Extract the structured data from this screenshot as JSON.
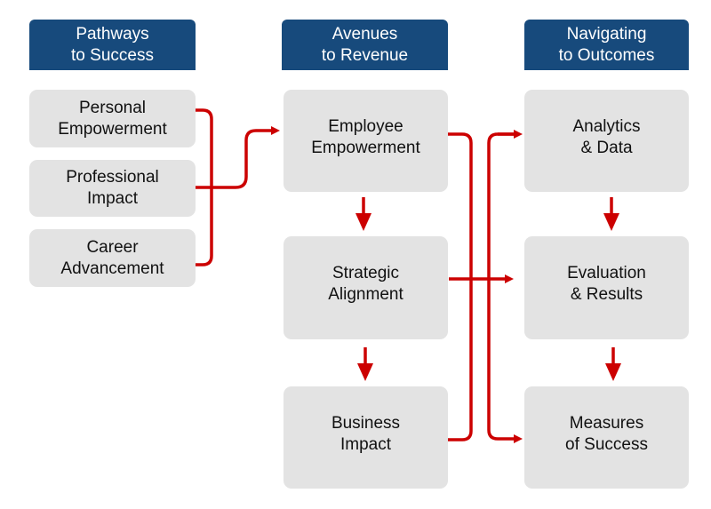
{
  "columns": [
    {
      "header": [
        "Pathways",
        "to Success"
      ],
      "items": [
        [
          "Personal",
          "Empowerment"
        ],
        [
          "Professional",
          "Impact"
        ],
        [
          "Career",
          "Advancement"
        ]
      ]
    },
    {
      "header": [
        "Avenues",
        "to Revenue"
      ],
      "items": [
        [
          "Employee",
          "Empowerment"
        ],
        [
          "Strategic",
          "Alignment"
        ],
        [
          "Business",
          "Impact"
        ]
      ]
    },
    {
      "header": [
        "Navigating",
        "to Outcomes"
      ],
      "items": [
        [
          "Analytics",
          "& Data"
        ],
        [
          "Evaluation",
          "& Results"
        ],
        [
          "Measures",
          "of Success"
        ]
      ]
    }
  ],
  "colors": {
    "header": "#174a7c",
    "box": "#e3e3e3",
    "arrow": "#cc0000"
  }
}
